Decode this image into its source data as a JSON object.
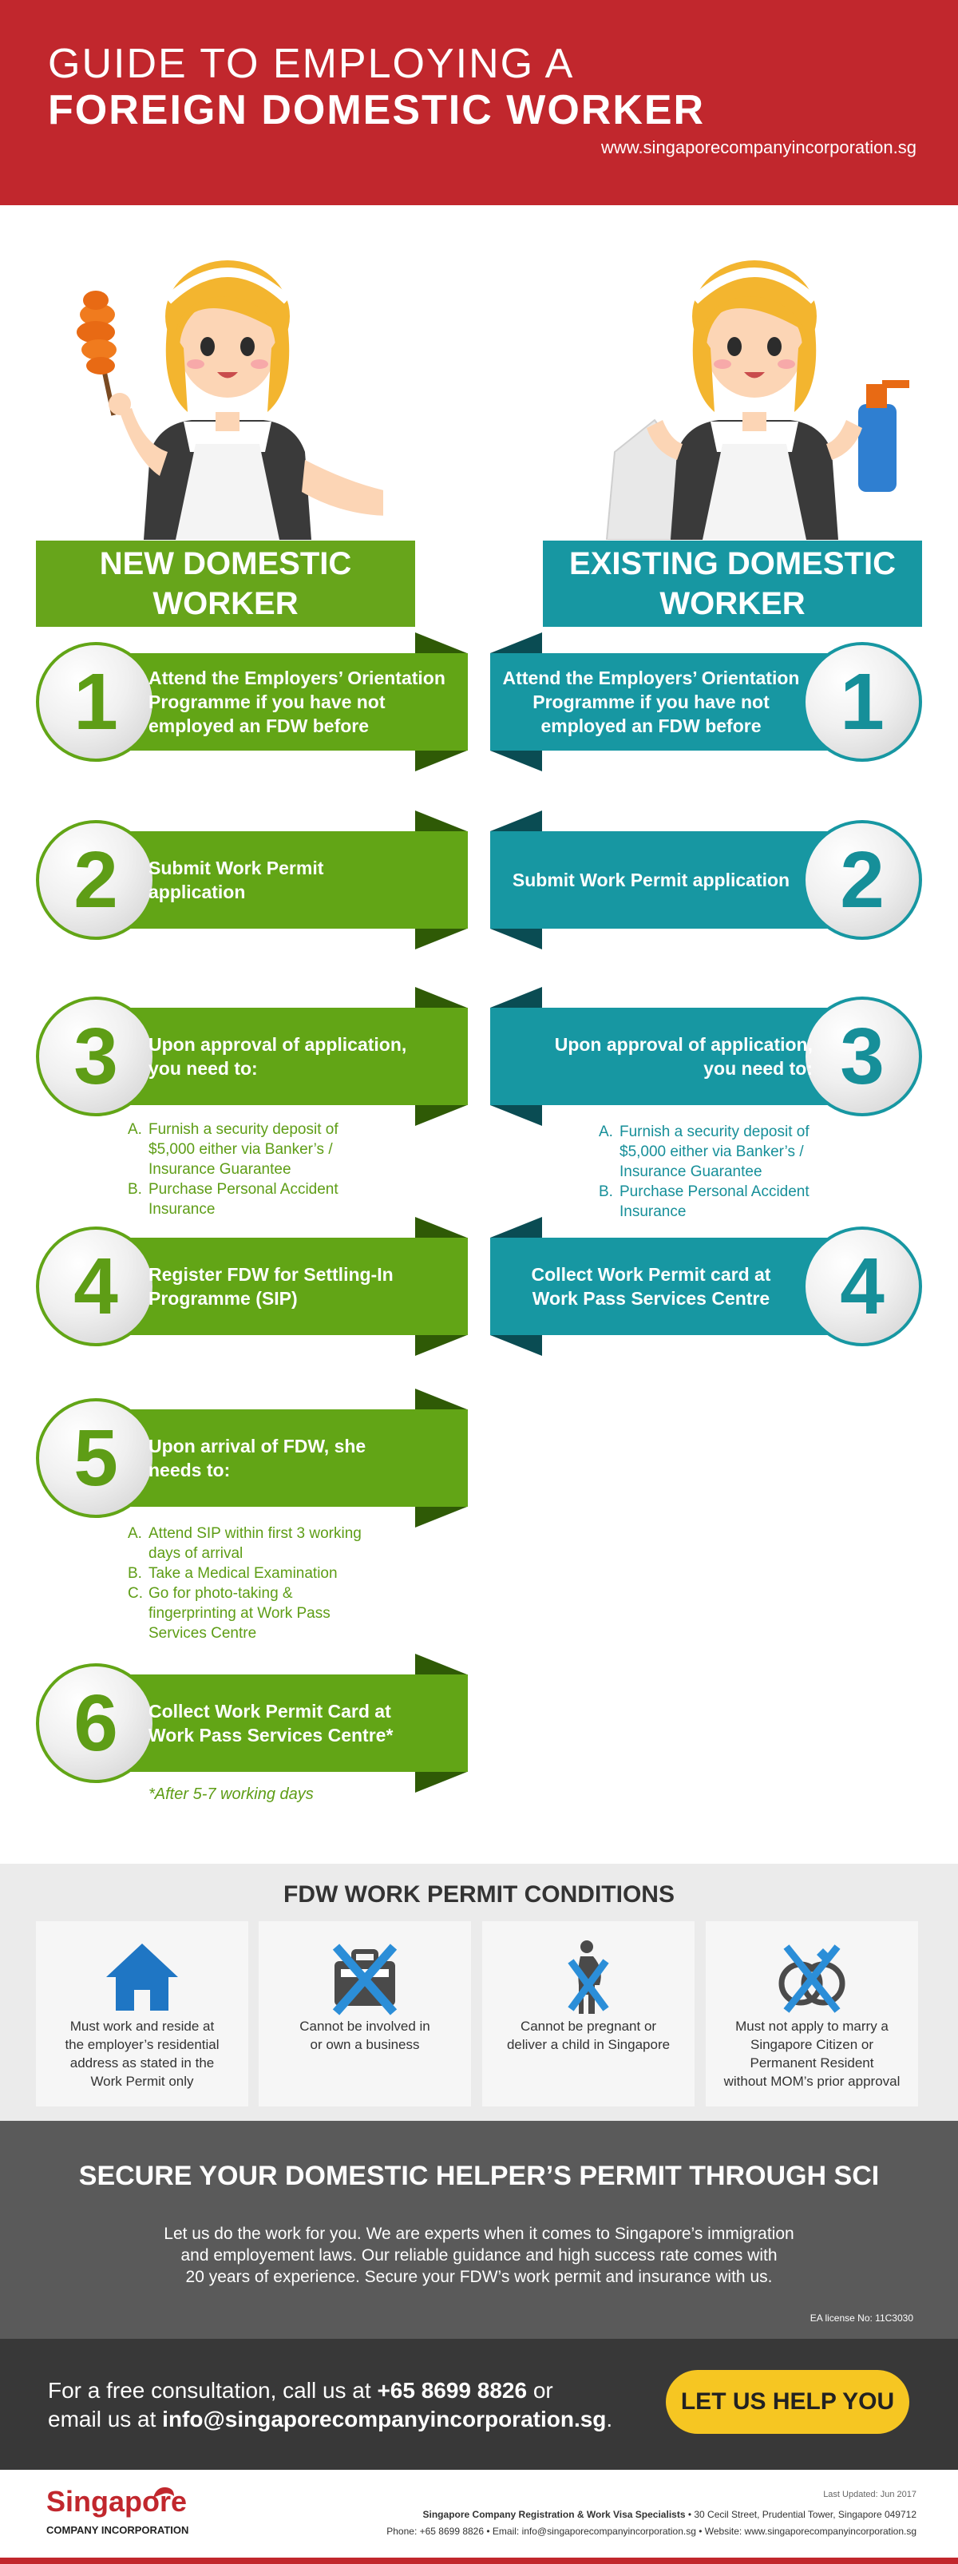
{
  "header": {
    "title_line1": "GUIDE TO EMPLOYING A",
    "title_line2": "FOREIGN DOMESTIC WORKER",
    "website": "www.singaporecompanyincorporation.sg"
  },
  "colors": {
    "brand_red": "#c1272d",
    "green": "#62a516",
    "teal": "#1797a2",
    "cta_yellow": "#f6c622"
  },
  "new_worker": {
    "heading_line1": "NEW DOMESTIC",
    "heading_line2": "WORKER",
    "steps": [
      {
        "number": "1",
        "line1": "Attend the Employers’ Orientation",
        "line2": "Programme if you have not",
        "line3": "employed an FDW before"
      },
      {
        "number": "2",
        "line1": "Submit Work Permit",
        "line2": "application"
      },
      {
        "number": "3",
        "line1": "Upon approval of application,",
        "line2": "you need to:",
        "items": [
          {
            "letter": "A.",
            "line1": "Furnish a security deposit of",
            "line2": "$5,000 either via Banker’s /",
            "line3": "Insurance Guarantee"
          },
          {
            "letter": "B.",
            "line1": "Purchase Personal Accident",
            "line2": "Insurance"
          }
        ]
      },
      {
        "number": "4",
        "line1": "Register FDW for Settling-In",
        "line2": "Programme (SIP)"
      },
      {
        "number": "5",
        "line1": "Upon arrival of FDW, she",
        "line2": "needs to:",
        "items": [
          {
            "letter": "A.",
            "line1": "Attend SIP within first 3 working",
            "line2": "days of arrival"
          },
          {
            "letter": "B.",
            "line1": "Take a Medical Examination"
          },
          {
            "letter": "C.",
            "line1": "Go for photo-taking &",
            "line2": "fingerprinting at Work Pass",
            "line3": "Services Centre"
          }
        ]
      },
      {
        "number": "6",
        "line1": "Collect Work Permit Card at",
        "line2": "Work Pass Services Centre*"
      }
    ],
    "note": "*After 5-7 working days"
  },
  "existing_worker": {
    "heading_line1": "EXISTING DOMESTIC",
    "heading_line2": "WORKER",
    "steps": [
      {
        "number": "1",
        "line1": "Attend the Employers’ Orientation",
        "line2": "Programme if you have not",
        "line3": "employed an FDW before"
      },
      {
        "number": "2",
        "line1": "Submit Work Permit application"
      },
      {
        "number": "3",
        "line1": "Upon approval of application,",
        "line2": "you need to:",
        "items": [
          {
            "letter": "A.",
            "line1": "Furnish a security deposit of",
            "line2": "$5,000 either via Banker’s /",
            "line3": "Insurance Guarantee"
          },
          {
            "letter": "B.",
            "line1": "Purchase Personal Accident",
            "line2": "Insurance"
          }
        ]
      },
      {
        "number": "4",
        "line1": "Collect Work Permit card at",
        "line2": "Work Pass Services Centre"
      }
    ]
  },
  "conditions": {
    "title": "FDW WORK PERMIT CONDITIONS",
    "cards": [
      {
        "icon": "house-icon",
        "line1": "Must  work and reside at",
        "line2": "the employer’s residential",
        "line3": "address as stated in the",
        "line4": "Work Permit only"
      },
      {
        "icon": "no-business-icon",
        "line1": "Cannot be involved in",
        "line2": "or own a business"
      },
      {
        "icon": "no-pregnancy-icon",
        "line1": "Cannot be pregnant or",
        "line2": "deliver a child in Singapore"
      },
      {
        "icon": "no-marriage-rings-icon",
        "line1": "Must not apply to marry a",
        "line2": "Singapore Citizen or",
        "line3": "Permanent Resident",
        "line4": "without MOM’s prior approval"
      }
    ]
  },
  "secure": {
    "title": "SECURE YOUR DOMESTIC HELPER’S PERMIT THROUGH SCI",
    "line1": "Let us do the work for you. We are experts when it comes to Singapore’s immigration",
    "line2": "and employement laws. Our reliable guidance and high success rate comes with",
    "line3": "20 years of experience.  Secure your FDW’s work permit and insurance with us.",
    "license": "EA license No: 11C3030"
  },
  "cta": {
    "line1_prefix": "For a free consultation, call us at ",
    "phone": "+65 8699 8826",
    "line1_suffix": " or",
    "line2_prefix": "email us at ",
    "email": "info@singaporecompanyincorporation.sg",
    "line2_suffix": ".",
    "button": "LET US HELP YOU"
  },
  "footer": {
    "logo_word": "Singapore",
    "logo_sub": "COMPANY INCORPORATION",
    "updated": "Last Updated: Jun 2017",
    "line1_bold": "Singapore Company Registration & Work Visa Specialists",
    "line1_rest": "  •  30 Cecil Street, Prudential Tower, Singapore 049712",
    "line2": "Phone: +65 8699 8826  •  Email: info@singaporecompanyincorporation.sg  •  Website: www.singaporecompanyincorporation.sg"
  }
}
